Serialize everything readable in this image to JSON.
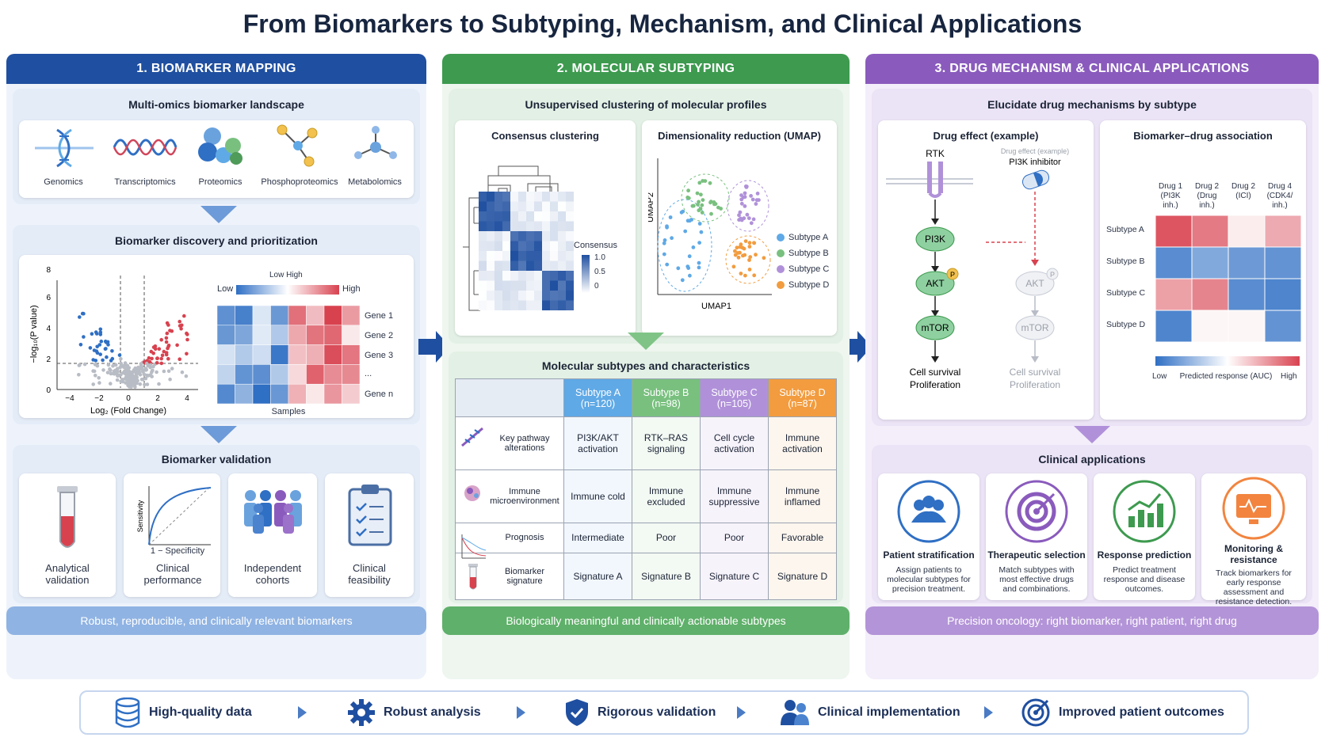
{
  "title": "From Biomarkers to Subtyping, Mechanism, and Clinical Applications",
  "colors": {
    "blue": "#1f4fa0",
    "green": "#3d9a4f",
    "purple": "#8a5bbd",
    "subA": "#5fa9e6",
    "subB": "#79c07f",
    "subC": "#b091d9",
    "subD": "#f29c3f"
  },
  "col1": {
    "header": "1. BIOMARKER MAPPING",
    "landscape": {
      "title": "Multi-omics biomarker landscape",
      "items": [
        "Genomics",
        "Transcriptomics",
        "Proteomics",
        "Phosphoproteomics",
        "Metabolomics"
      ]
    },
    "discovery": {
      "title": "Biomarker discovery and prioritization",
      "volcano": {
        "ylabel": "−log₁₀(P value)",
        "xlabel": "Log₂ (Fold Change)",
        "xticks": [
          "−4",
          "−2",
          "0",
          "2",
          "4"
        ],
        "yticks": [
          "0",
          "2",
          "4",
          "6",
          "8"
        ]
      },
      "heatmap": {
        "legend_title": "Low High",
        "low": "Low",
        "high": "High",
        "genes": [
          "Gene 1",
          "Gene 2",
          "Gene 3",
          "...",
          "Gene n"
        ],
        "xlabel": "Samples"
      }
    },
    "validation": {
      "title": "Biomarker validation",
      "items": [
        "Analytical validation",
        "Clinical performance",
        "Independent cohorts",
        "Clinical feasibility"
      ],
      "roc_xlabel": "1 − Specificity",
      "roc_ylabel": "Sensitivity"
    },
    "footer": "Robust, reproducible, and clinically relevant biomarkers"
  },
  "col2": {
    "header": "2. MOLECULAR SUBTYPING",
    "clustering_title": "Unsupervised clustering of molecular profiles",
    "consensus": {
      "title": "Consensus clustering",
      "legend_title": "Consensus",
      "ticks": [
        "1.0",
        "0.5",
        "0"
      ]
    },
    "umap": {
      "title": "Dimensionality reduction (UMAP)",
      "xlabel": "UMAP1",
      "ylabel": "UMAP2",
      "legend": [
        "Subtype A",
        "Subtype B",
        "Subtype C",
        "Subtype D"
      ]
    },
    "table": {
      "title": "Molecular subtypes and characteristics",
      "headers": [
        {
          "name": "Subtype A",
          "n": "(n=120)"
        },
        {
          "name": "Subtype B",
          "n": "(n=98)"
        },
        {
          "name": "Subtype C",
          "n": "(n=105)"
        },
        {
          "name": "Subtype D",
          "n": "(n=87)"
        }
      ],
      "rows": [
        {
          "label": "Key pathway alterations",
          "cells": [
            "PI3K/AKT activation",
            "RTK–RAS signaling",
            "Cell cycle activation",
            "Immune activation"
          ]
        },
        {
          "label": "Immune microenvironment",
          "cells": [
            "Immune cold",
            "Immune excluded",
            "Immune suppressive",
            "Immune inflamed"
          ]
        },
        {
          "label": "Prognosis",
          "cells": [
            "Intermediate",
            "Poor",
            "Poor",
            "Favorable"
          ]
        },
        {
          "label": "Biomarker signature",
          "cells": [
            "Signature A",
            "Signature B",
            "Signature C",
            "Signature D"
          ]
        }
      ]
    },
    "footer": "Biologically meaningful and clinically actionable subtypes"
  },
  "col3": {
    "header": "3. DRUG MECHANISM & CLINICAL APPLICATIONS",
    "mechanism_title": "Elucidate drug mechanisms by subtype",
    "drug_effect": {
      "title": "Drug effect (example)",
      "left": [
        "RTK",
        "PI3K",
        "AKT",
        "mTOR"
      ],
      "left_out": [
        "Cell survival",
        "Proliferation"
      ],
      "inhibitor_caption": "Drug effect (example)",
      "inhibitor": "PI3K inhibitor",
      "right": [
        "AKT",
        "mTOR"
      ],
      "right_out": [
        "Cell survival",
        "Proliferation"
      ],
      "phospho": "P"
    },
    "association": {
      "title": "Biomarker–drug association",
      "drugs": [
        [
          "Drug 1",
          "(PI3K",
          "inh.)"
        ],
        [
          "Drug 2",
          "(Drug",
          "inh.)"
        ],
        [
          "Drug 2",
          "(ICI)"
        ],
        [
          "Drug 4",
          "(CDK4/",
          "inh.)"
        ]
      ],
      "subtypes": [
        "Subtype A",
        "Subtype B",
        "Subtype C",
        "Subtype D"
      ],
      "legend_low": "Low",
      "legend_mid": "Predicted response (AUC)",
      "legend_high": "High"
    },
    "clinical": {
      "title": "Clinical applications",
      "items": [
        {
          "title": "Patient stratification",
          "desc": "Assign patients to molecular subtypes for precision treatment."
        },
        {
          "title": "Therapeutic selection",
          "desc": "Match subtypes with most effective drugs and combinations."
        },
        {
          "title": "Response prediction",
          "desc": "Predict treatment response and disease outcomes."
        },
        {
          "title": "Monitoring & resistance",
          "desc": "Track biomarkers for early response assessment and resistance detection."
        }
      ]
    },
    "footer": "Precision oncology: right biomarker, right patient, right drug"
  },
  "bottom": [
    "High-quality data",
    "Robust analysis",
    "Rigorous validation",
    "Clinical implementation",
    "Improved patient outcomes"
  ]
}
